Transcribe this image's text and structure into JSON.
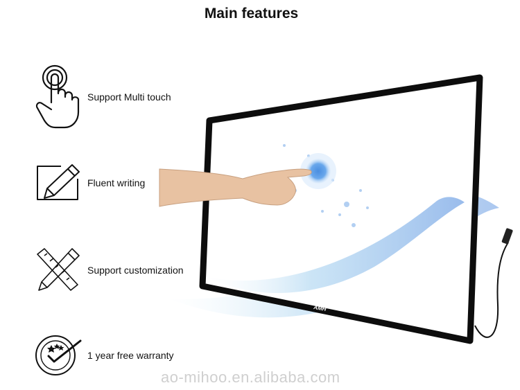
{
  "page": {
    "title": "Main features"
  },
  "features": [
    {
      "icon": "multi-touch-hand-icon",
      "label": "Support Multi touch"
    },
    {
      "icon": "pencil-writing-icon",
      "label": "Fluent writing"
    },
    {
      "icon": "ruler-pencil-cross-icon",
      "label": "Support customization"
    },
    {
      "icon": "warranty-seal-icon",
      "label": "1 year free warranty"
    }
  ],
  "product": {
    "frame_logo": "AMH"
  },
  "watermark": "ao-mihoo.en.alibaba.com",
  "colors": {
    "frame": "#0d0d0d",
    "wave": "#7ab8e8",
    "touch_point": "#3f86d9"
  }
}
